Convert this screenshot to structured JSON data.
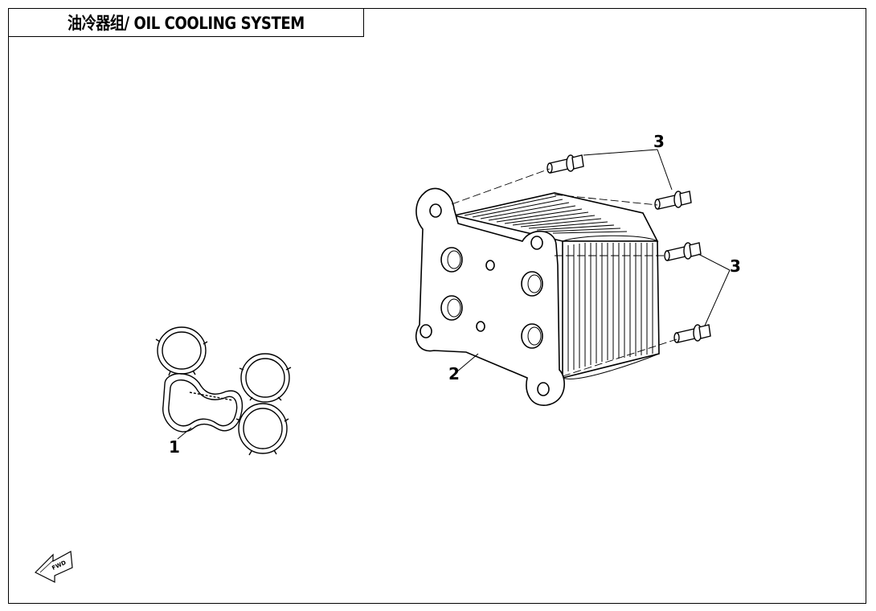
{
  "header": {
    "title": "油冷器组/ OIL COOLING SYSTEM"
  },
  "callouts": [
    {
      "id": "1",
      "label": "1"
    },
    {
      "id": "2",
      "label": "2"
    },
    {
      "id": "3a",
      "label": "3"
    },
    {
      "id": "3b",
      "label": "3"
    }
  ],
  "direction_marker": {
    "label": "FWD"
  },
  "parts": [
    {
      "number": "1",
      "icon": "gasket-seal-set"
    },
    {
      "number": "2",
      "icon": "oil-cooler"
    },
    {
      "number": "3",
      "icon": "flange-bolt"
    }
  ]
}
